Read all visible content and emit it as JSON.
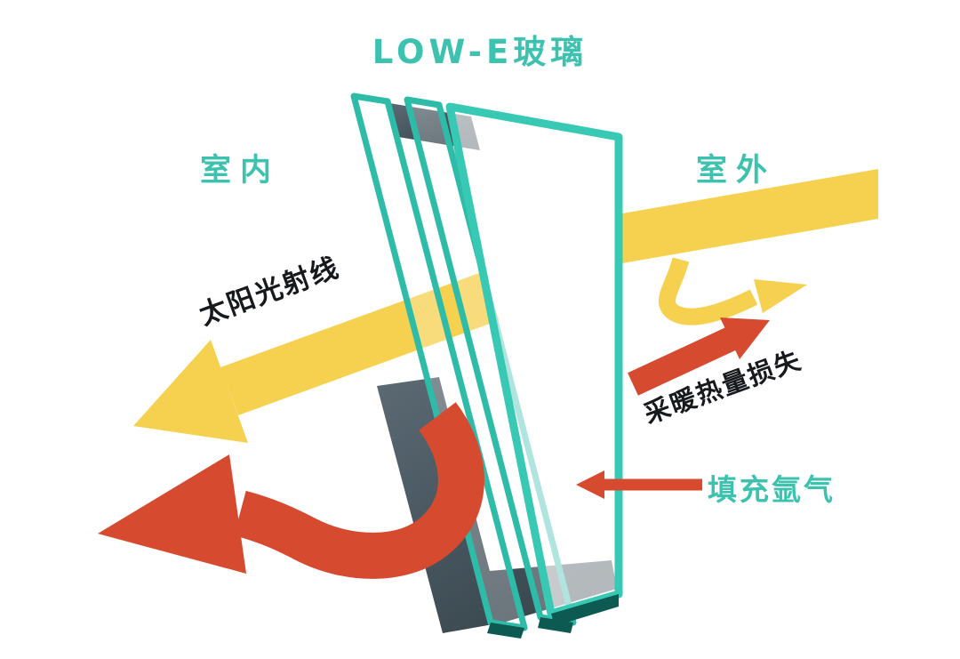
{
  "title": "LOW-E玻璃",
  "labels": {
    "indoor": "室内",
    "outdoor": "室外",
    "solar_ray": "太阳光射线",
    "heat_loss": "采暖热量损失",
    "argon_fill": "填充氩气"
  },
  "colors": {
    "teal_text": "#3CC2AF",
    "pane_stroke": "#2EBCA9",
    "pane_outer_stroke": "#38C9B5",
    "yellow": "#F6D14F",
    "red": "#D64A2F",
    "dark_slate": "#49585F",
    "dark_edge": "#0D5A52",
    "label_dark": "#17191C",
    "background": "#FFFFFF"
  },
  "graphics": {
    "glass_panes": 3,
    "arrows": [
      "solar-ray",
      "solar-reflection",
      "heat-loss",
      "indoor-heat-reflected",
      "argon-pointer"
    ]
  }
}
